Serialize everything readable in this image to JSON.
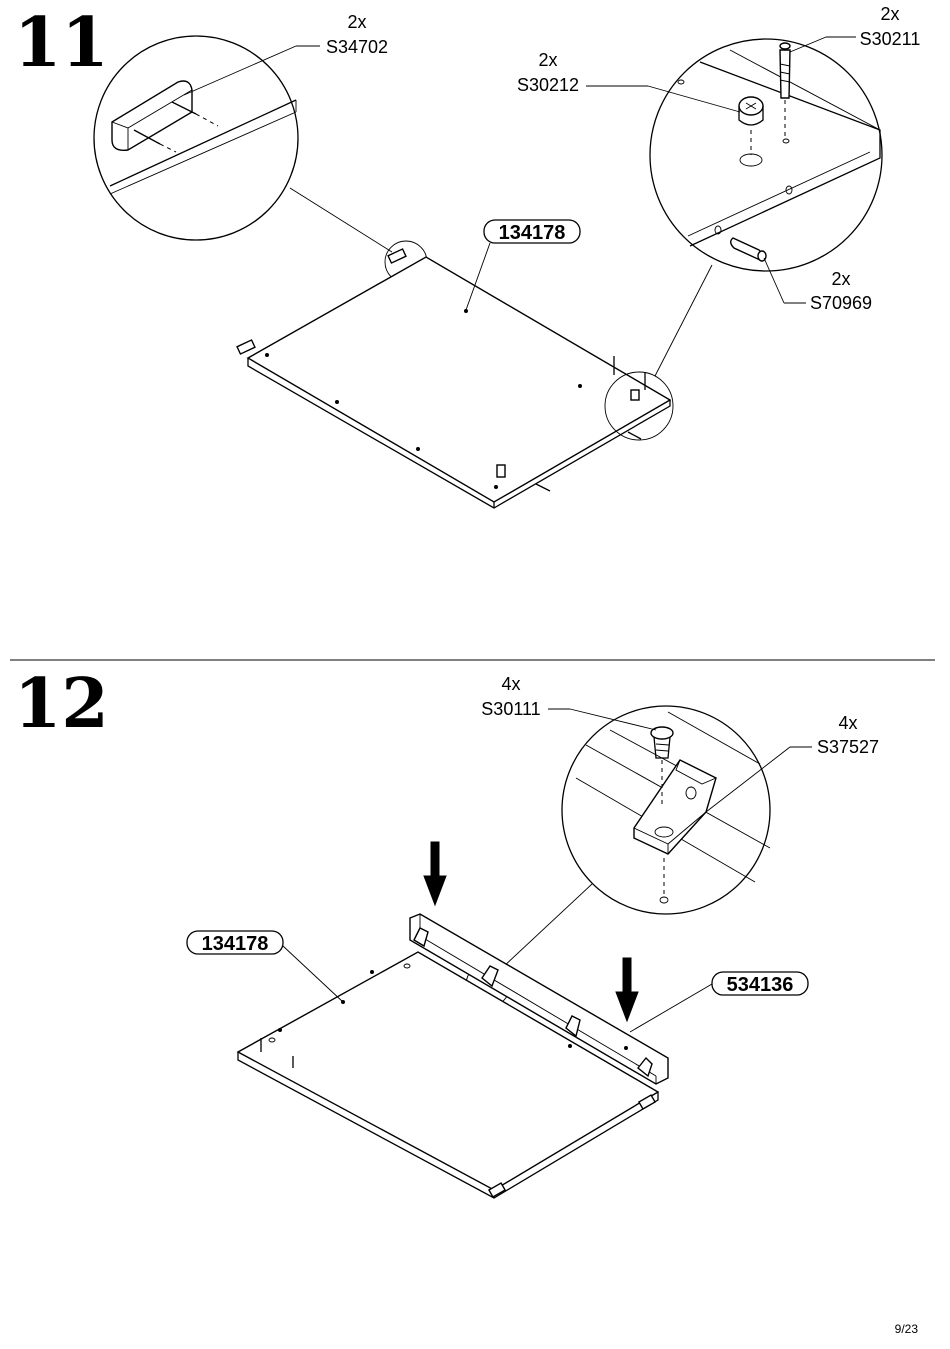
{
  "page_number": "9/23",
  "steps": [
    {
      "number": "11",
      "panel_label": "134178",
      "callouts": [
        {
          "qty": "2x",
          "code": "S34702"
        },
        {
          "qty": "2x",
          "code": "S30212"
        },
        {
          "qty": "2x",
          "code": "S30211"
        },
        {
          "qty": "2x",
          "code": "S70969"
        }
      ]
    },
    {
      "number": "12",
      "panel_label": "134178",
      "rail_label": "534136",
      "callouts": [
        {
          "qty": "4x",
          "code": "S30111"
        },
        {
          "qty": "4x",
          "code": "S37527"
        }
      ]
    }
  ]
}
